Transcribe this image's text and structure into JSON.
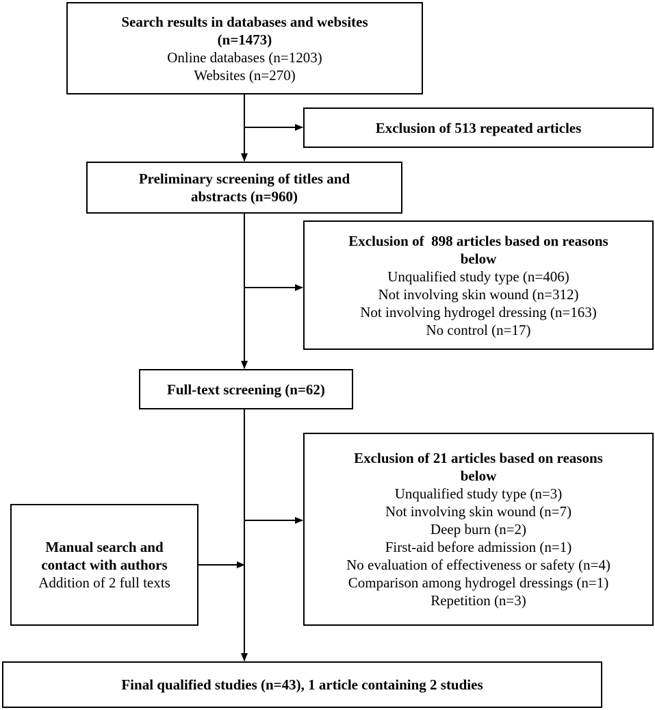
{
  "boxes": {
    "search": {
      "title": "Search results in databases and websites",
      "count": "(n=1473)",
      "lines": [
        "Online databases (n=1203)",
        "Websites (n=270)"
      ]
    },
    "exclusion_repeated": {
      "title": "Exclusion of 513 repeated articles"
    },
    "preliminary": {
      "title_line1": "Preliminary screening of titles and",
      "title_line2": "abstracts (n=960)"
    },
    "exclusion_898": {
      "title_line1": "Exclusion of  898 articles based on reasons",
      "title_line2": "below",
      "lines": [
        "Unqualified study type (n=406)",
        "Not involving skin wound (n=312)",
        "Not involving hydrogel dressing (n=163)",
        "No control (n=17)"
      ]
    },
    "fulltext": {
      "title": "Full-text screening (n=62)"
    },
    "exclusion_21": {
      "title_line1": "Exclusion of 21 articles based on reasons",
      "title_line2": "below",
      "lines": [
        "Unqualified study type (n=3)",
        "Not involving skin wound (n=7)",
        "Deep burn (n=2)",
        "First-aid before admission (n=1)",
        "No evaluation of effectiveness or safety (n=4)",
        "Comparison among hydrogel dressings (n=1)",
        "Repetition (n=3)"
      ]
    },
    "manual": {
      "title_line1": "Manual search and",
      "title_line2": "contact with authors",
      "line": "Addition of 2 full texts"
    },
    "final": {
      "title": "Final qualified studies (n=43), 1 article containing 2 studies"
    }
  }
}
